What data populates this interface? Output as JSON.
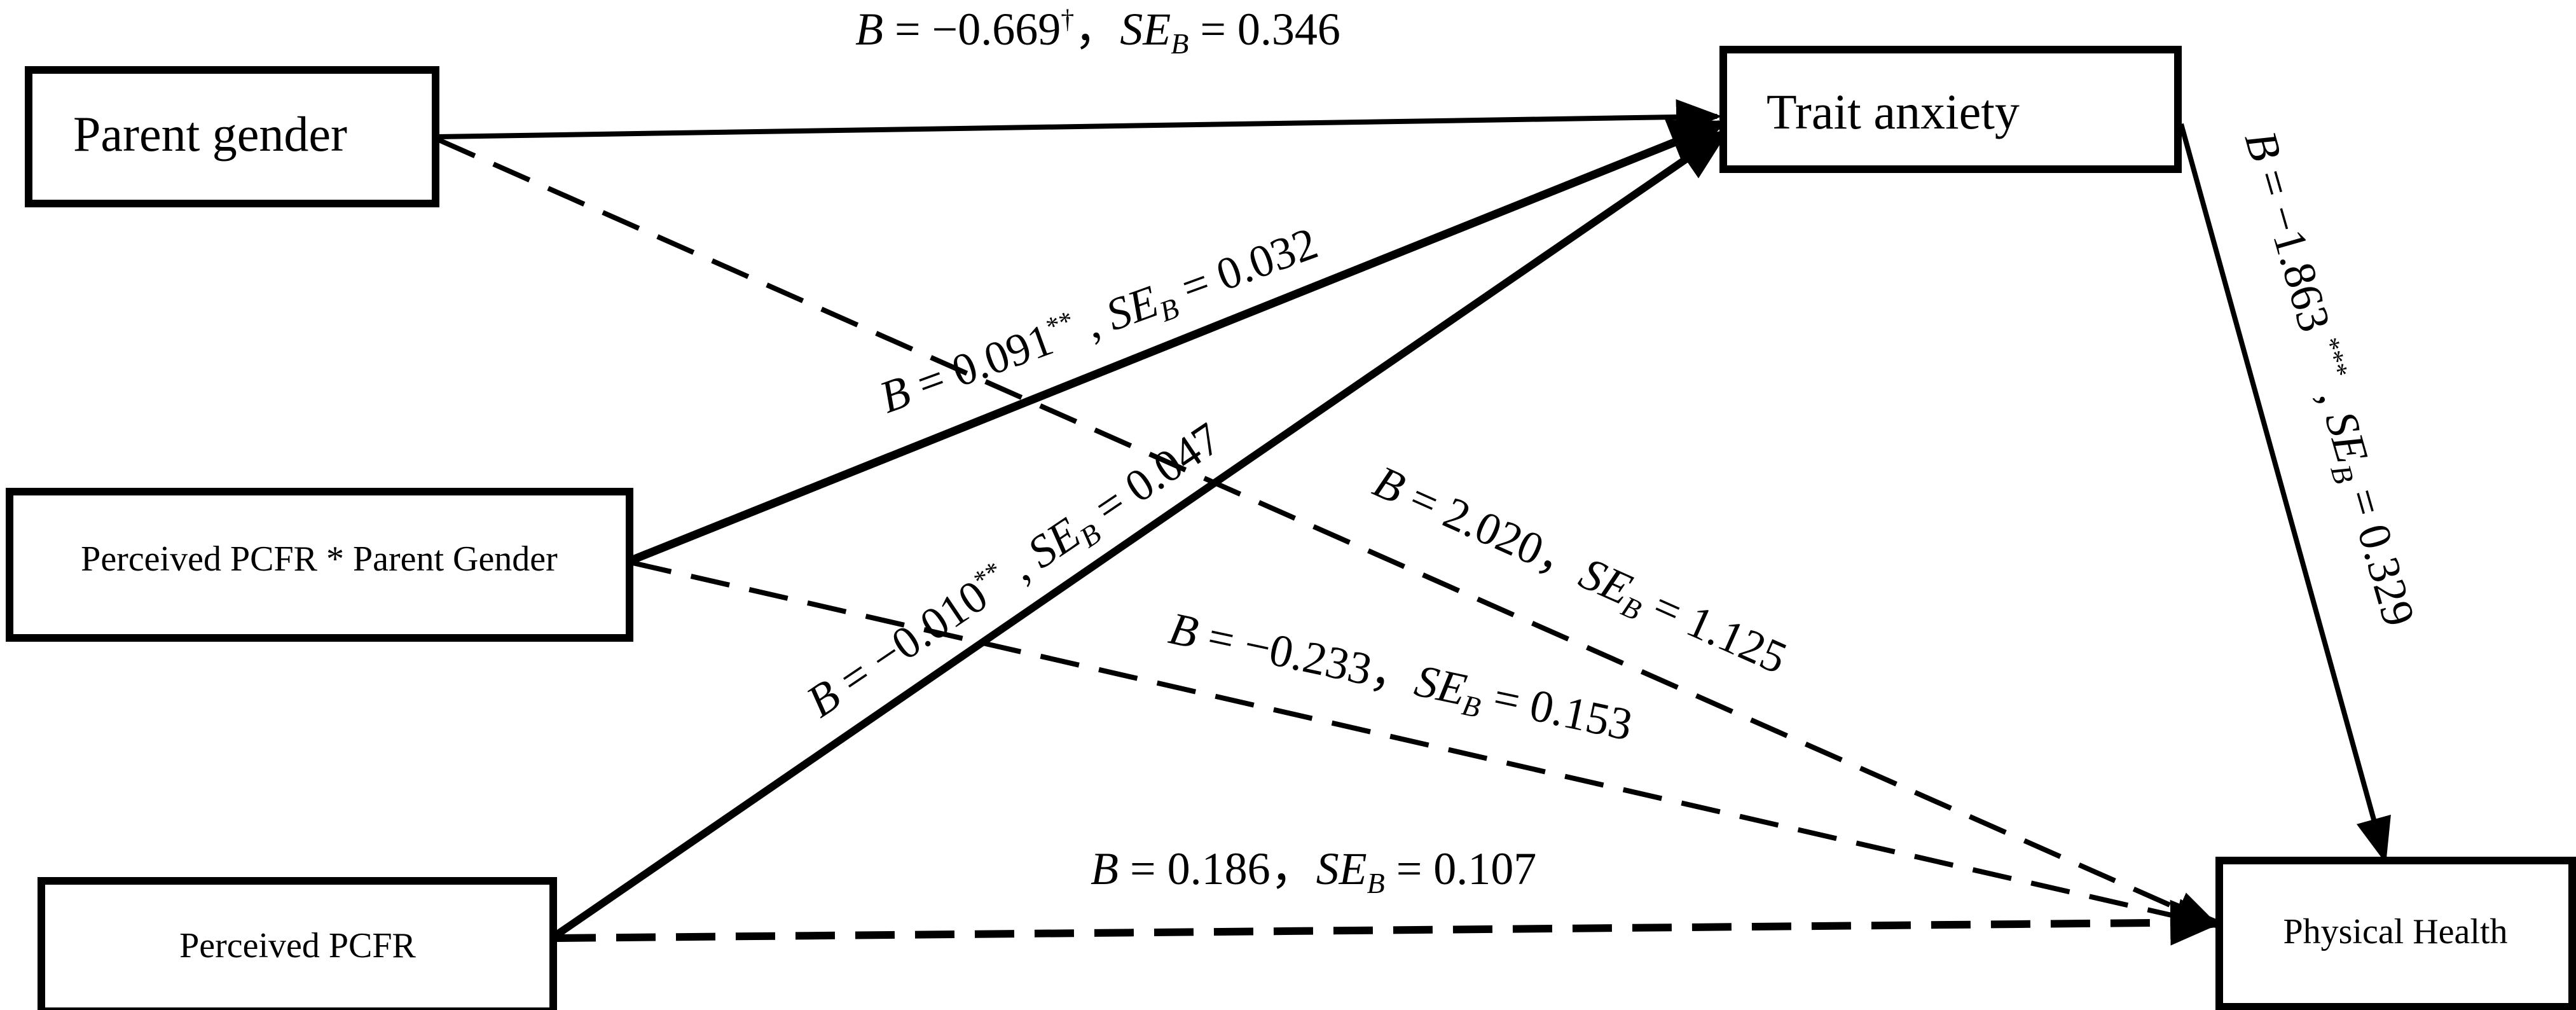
{
  "nodes": {
    "parent_gender": "Parent gender",
    "trait_anxiety": "Trait anxiety",
    "interaction": "Perceived PCFR * Parent Gender",
    "pcfr": "Perceived PCFR",
    "physical_health": "Physical Health"
  },
  "edges": {
    "gender_anxiety": {
      "b_sym": "B",
      "b_val": " = −0.669",
      "b_sig": "†",
      "sep": "，",
      "se_sym": "SE",
      "se_sub": "B",
      "se_val": " = 0.346",
      "style": "solid"
    },
    "interaction_anxiety": {
      "b_sym": "B",
      "b_val": " = 0.091",
      "b_sig": "**",
      "sep": " , ",
      "se_sym": "SE",
      "se_sub": "B",
      "se_val": " = 0.032",
      "style": "solid"
    },
    "pcfr_anxiety": {
      "b_sym": "B",
      "b_val": " = −0.010",
      "b_sig": "**",
      "sep": " , ",
      "se_sym": "SE",
      "se_sub": "B",
      "se_val": " = 0.047",
      "style": "solid"
    },
    "gender_health": {
      "b_sym": "B",
      "b_val": " = 2.020",
      "b_sig": "",
      "sep": "，",
      "se_sym": "SE",
      "se_sub": "B",
      "se_val": " = 1.125",
      "style": "dashed"
    },
    "interaction_health": {
      "b_sym": "B",
      "b_val": " = −0.233",
      "b_sig": "",
      "sep": "，",
      "se_sym": "SE",
      "se_sub": "B",
      "se_val": " = 0.153",
      "style": "dashed"
    },
    "pcfr_health": {
      "b_sym": "B",
      "b_val": " = 0.186",
      "b_sig": "",
      "sep": "，",
      "se_sym": "SE",
      "se_sub": "B",
      "se_val": " = 0.107",
      "style": "dashed"
    },
    "anxiety_health": {
      "b_sym": "B",
      "b_val": " = −1.863 ",
      "b_sig": "***",
      "sep": " , ",
      "se_sym": "SE",
      "se_sub": "B",
      "se_val": " = 0.329",
      "style": "solid"
    }
  },
  "colors": {
    "ink": "#000000",
    "background": "#ffffff"
  }
}
